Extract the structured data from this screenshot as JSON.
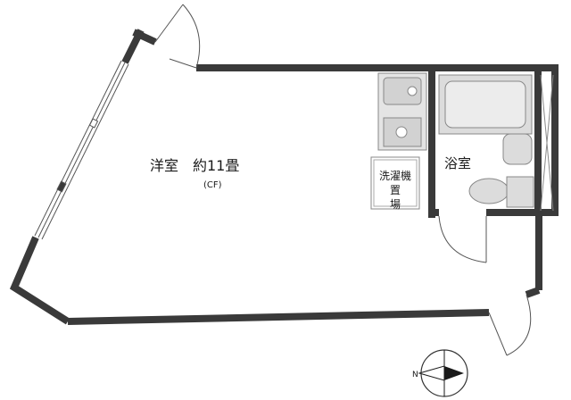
{
  "rooms": {
    "main_room": "洋室　約11畳",
    "main_room_note": "(CF)",
    "bathroom": "浴室",
    "washer_line1": "洗濯機",
    "washer_line2": "置 場"
  },
  "fixtures": [
    "kitchen-sink",
    "stove",
    "bathtub",
    "washbasin",
    "toilet",
    "washer-pan",
    "balcony-window",
    "entrance-door",
    "bathroom-door",
    "compass"
  ],
  "colors": {
    "wall": "#3a3a3a",
    "fixture_fill": "#dcdcdc",
    "fixture_stroke": "#888888",
    "line": "#555555"
  }
}
